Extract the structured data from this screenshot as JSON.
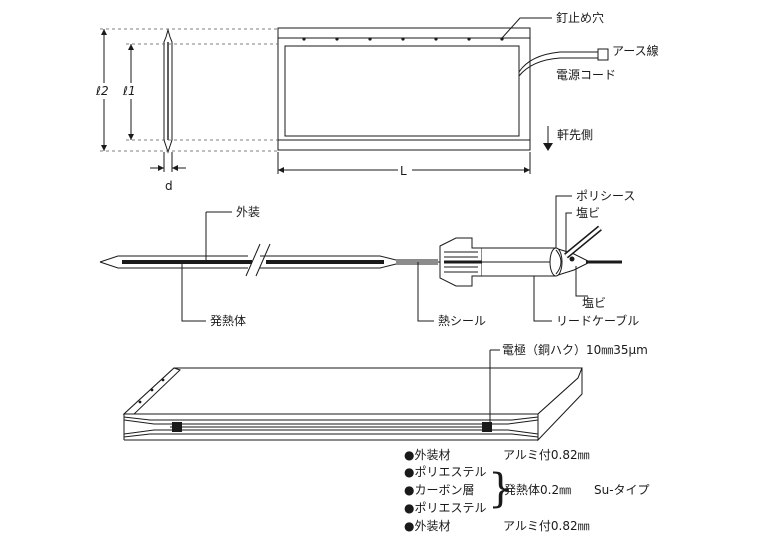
{
  "top_view": {
    "nail_holes": "釘止め穴",
    "earth_wire": "アース線",
    "power_cord": "電源コード",
    "eave_side": "軒先側",
    "l2": "ℓ2",
    "l1": "ℓ1",
    "d": "d",
    "L": "L"
  },
  "cross_section": {
    "outer": "外装",
    "polysheath": "ポリシース",
    "pvc_upper": "塩ビ",
    "pvc_lower": "塩ビ",
    "heating_element": "発熱体",
    "heat_seal": "熱シール",
    "lead_cable": "リードケーブル"
  },
  "panel": {
    "electrode_label": "電極（銅ハク）10㎜35",
    "electrode_unit": "μm"
  },
  "layers": [
    {
      "bullet": "●",
      "name": "外装材",
      "spec": "アルミ付0.82㎜"
    },
    {
      "bullet": "●",
      "name": "ポリエステル"
    },
    {
      "bullet": "●",
      "name": "カーボン層"
    },
    {
      "bullet": "●",
      "name": "ポリエステル"
    },
    {
      "bullet": "●",
      "name": "外装材",
      "spec": "アルミ付0.82㎜"
    }
  ],
  "group": {
    "brace": "}",
    "spec": "発熱体0.2㎜",
    "type": "Su-タイプ"
  },
  "colors": {
    "ink": "#1a1a1a",
    "background": "#ffffff"
  }
}
